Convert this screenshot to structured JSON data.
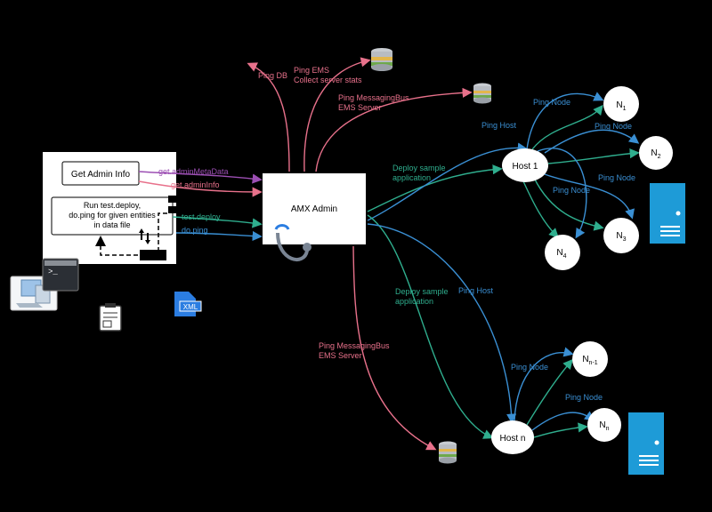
{
  "admin_panel": {
    "get_admin_info": "Get Admin Info",
    "run_box": [
      "Run test.deploy,",
      "do.ping for given entities",
      "in data file"
    ]
  },
  "calls": {
    "get_admin_meta": "get.adminMetaData",
    "get_admin_info": "get.adminInfo",
    "test_deploy": "test.deploy",
    "do_ping": "do.ping"
  },
  "amx_admin": "AMX Admin",
  "xml_icon": "XML",
  "edge_labels": {
    "ping_db": "Ping DB",
    "ping_ems": [
      "Ping EMS",
      "Collect server stats"
    ],
    "ping_messaging_top": [
      "Ping MessagingBus",
      "EMS Server"
    ],
    "ping_messaging_bottom": [
      "Ping MessagingBus",
      "EMS Server"
    ],
    "deploy_top": [
      "Deploy sample",
      "application"
    ],
    "deploy_bottom": [
      "Deploy sample",
      "application"
    ],
    "ping_host_top": "Ping Host",
    "ping_host_bottom": "Ping Host",
    "ping_node_1": "Ping Node",
    "ping_node_2": "Ping Node",
    "ping_node_3": "Ping Node",
    "ping_node_4": "Ping Node",
    "ping_node_5": "Ping Node",
    "ping_node_6": "Ping Node"
  },
  "hosts": {
    "host1": "Host 1",
    "hostn": "Host n"
  },
  "nodes": {
    "n1": {
      "base": "N",
      "sub": "1"
    },
    "n2": {
      "base": "N",
      "sub": "2"
    },
    "n3": {
      "base": "N",
      "sub": "3"
    },
    "n4": {
      "base": "N",
      "sub": "4"
    },
    "nn1": {
      "base": "N",
      "sub": "n-1"
    },
    "nn": {
      "base": "N",
      "sub": "n"
    }
  },
  "colors": {
    "pink": "#e8718b",
    "green": "#2fae8e",
    "blue": "#3a8fd3",
    "purple": "#9c4fb3"
  }
}
